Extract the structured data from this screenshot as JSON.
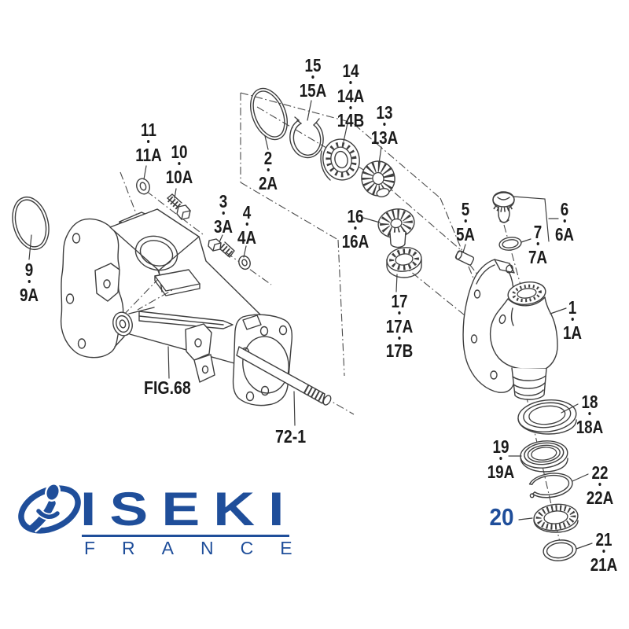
{
  "diagram": {
    "figure_ref": "FIG.68",
    "shaft_ref": "72-1",
    "highlighted_part": "20",
    "parts": {
      "p1": [
        "1",
        "1A"
      ],
      "p2": [
        "2",
        "2A"
      ],
      "p3": [
        "3",
        "3A"
      ],
      "p4": [
        "4",
        "4A"
      ],
      "p5": [
        "5",
        "5A"
      ],
      "p6": [
        "6",
        "6A"
      ],
      "p7": [
        "7",
        "7A"
      ],
      "p9": [
        "9",
        "9A"
      ],
      "p10": [
        "10",
        "10A"
      ],
      "p11": [
        "11",
        "11A"
      ],
      "p13": [
        "13",
        "13A"
      ],
      "p14": [
        "14",
        "14A",
        "14B"
      ],
      "p15": [
        "15",
        "15A"
      ],
      "p16": [
        "16",
        "16A"
      ],
      "p17": [
        "17",
        "17A",
        "17B"
      ],
      "p18": [
        "18",
        "18A"
      ],
      "p19": [
        "19",
        "19A"
      ],
      "p20": [
        "20"
      ],
      "p21": [
        "21",
        "21A"
      ],
      "p22": [
        "22",
        "22A"
      ]
    }
  },
  "logo": {
    "brand": "ISEKI",
    "region": "FRANCE"
  },
  "colors": {
    "line_art": "#3e3e3e",
    "label_text": "#1b1b1b",
    "accent_blue": "#1f4e9a"
  }
}
